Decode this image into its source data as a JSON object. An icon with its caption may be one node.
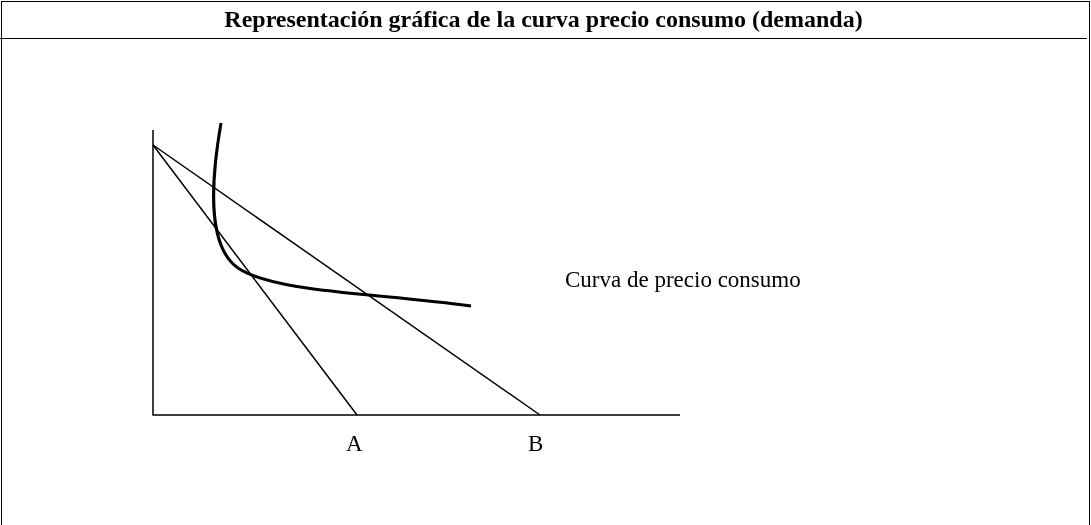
{
  "diagram": {
    "title": "Representación gráfica de la curva precio consumo (demanda)",
    "labels": [
      "Curva de precio consumo",
      "A",
      "B"
    ]
  }
}
